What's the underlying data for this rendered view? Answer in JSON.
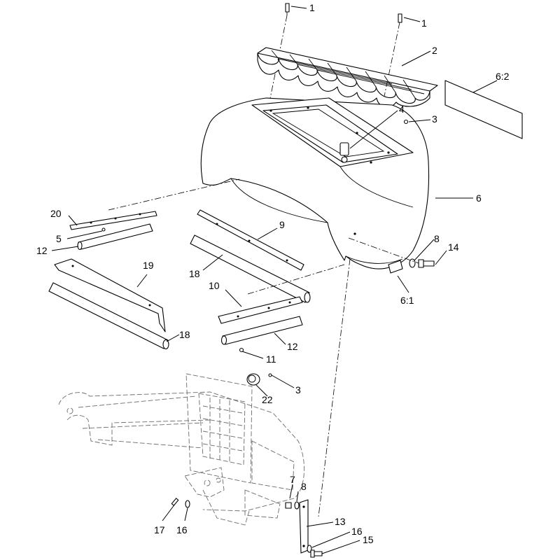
{
  "callouts": [
    {
      "id": "c1a",
      "text": "1"
    },
    {
      "id": "c1b",
      "text": "1"
    },
    {
      "id": "c2",
      "text": "2"
    },
    {
      "id": "c62",
      "text": "6:2"
    },
    {
      "id": "c4",
      "text": "4"
    },
    {
      "id": "c3a",
      "text": "3"
    },
    {
      "id": "c6",
      "text": "6"
    },
    {
      "id": "c20",
      "text": "20"
    },
    {
      "id": "c5",
      "text": "5"
    },
    {
      "id": "c12a",
      "text": "12"
    },
    {
      "id": "c9",
      "text": "9"
    },
    {
      "id": "c8a",
      "text": "8"
    },
    {
      "id": "c14",
      "text": "14"
    },
    {
      "id": "c19",
      "text": "19"
    },
    {
      "id": "c18a",
      "text": "18"
    },
    {
      "id": "c10",
      "text": "10"
    },
    {
      "id": "c61",
      "text": "6:1"
    },
    {
      "id": "c18b",
      "text": "18"
    },
    {
      "id": "c12b",
      "text": "12"
    },
    {
      "id": "c11",
      "text": "11"
    },
    {
      "id": "c3b",
      "text": "3"
    },
    {
      "id": "c22",
      "text": "22"
    },
    {
      "id": "c7",
      "text": "7"
    },
    {
      "id": "c8b",
      "text": "8"
    },
    {
      "id": "c17",
      "text": "17"
    },
    {
      "id": "c16a",
      "text": "16"
    },
    {
      "id": "c13",
      "text": "13"
    },
    {
      "id": "c16b",
      "text": "16"
    },
    {
      "id": "c15",
      "text": "15"
    }
  ]
}
